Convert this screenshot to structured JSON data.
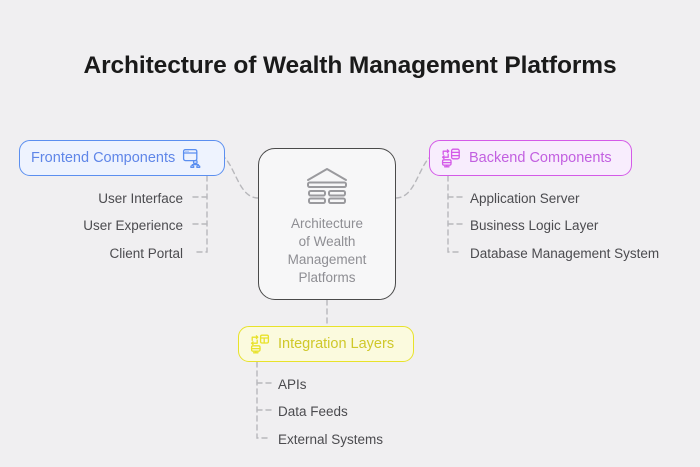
{
  "page": {
    "title": "Architecture of Wealth Management Platforms",
    "background_color": "#f0eff1"
  },
  "center": {
    "name": "center-node",
    "icon": "bank-icon",
    "text_lines": [
      "Architecture",
      "of Wealth",
      "Management",
      "Platforms"
    ],
    "text": "Architecture of Wealth Management Platforms",
    "border_color": "#4a4a4a",
    "fill_color": "#f7f7f8",
    "text_color": "#8e8e93"
  },
  "branches": [
    {
      "id": "frontend",
      "label": "Frontend Components",
      "icon": "browser-sitemap-icon",
      "icon_side": "right",
      "accent_color": "#5b8ff0",
      "text_color": "#5f86e8",
      "fill_color": "#eef3fe",
      "children": [
        "User Interface",
        "User Experience",
        "Client Portal"
      ]
    },
    {
      "id": "backend",
      "label": "Backend Components",
      "icon": "server-database-icon",
      "icon_side": "left",
      "accent_color": "#d45ae8",
      "text_color": "#c25fe0",
      "fill_color": "#f8edfd",
      "children": [
        "Application Server",
        "Business Logic Layer",
        "Database Management System"
      ]
    },
    {
      "id": "integration",
      "label": "Integration Layers",
      "icon": "server-grid-icon",
      "icon_side": "left",
      "accent_color": "#e8e22a",
      "text_color": "#cfc82a",
      "fill_color": "#fbfade",
      "children": [
        "APIs",
        "Data Feeds",
        "External Systems"
      ]
    }
  ],
  "connectors": {
    "style": "dashed",
    "color": "#b8b8bc"
  }
}
